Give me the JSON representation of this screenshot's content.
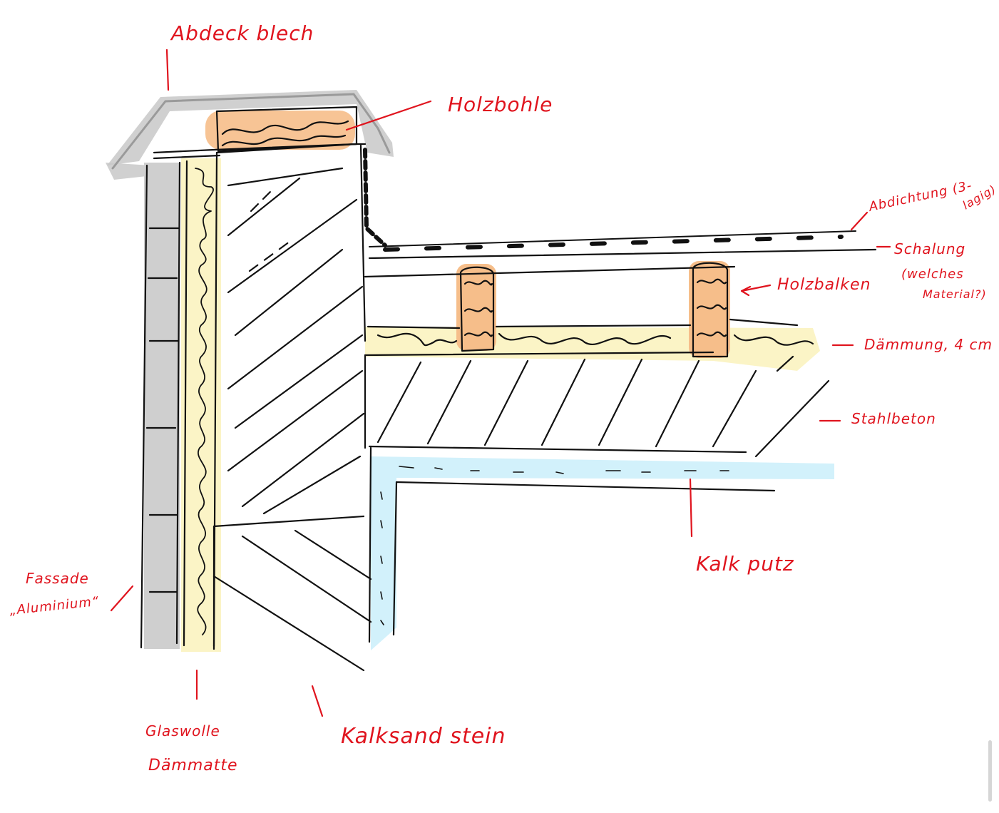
{
  "labels": {
    "abdeckblech": "Abdeck blech",
    "holzbohle": "Holzbohle",
    "abdichtung_line1": "Abdichtung (3-",
    "abdichtung_line2": "lagig)",
    "schalung": "Schalung",
    "schalung_note1": "(welches",
    "schalung_note2": "Material?)",
    "holzbalken": "Holzbalken",
    "daemmung": "Dämmung, 4 cm",
    "stahlbeton": "Stahlbeton",
    "kalkputz": "Kalk putz",
    "fassade_line1": "Fassade",
    "fassade_line2": "„Aluminium“",
    "glaswolle_line1": "Glaswolle",
    "glaswolle_line2": "Dämmatte",
    "kalksandstein": "Kalksand stein"
  },
  "colors": {
    "label_red": "#e0141e",
    "sheet_metal_grey": "#c8c8c8",
    "facade_grey": "#cfcfcf",
    "wood_orange": "#f6be8a",
    "insulation_yellow": "#fbf4c6",
    "plaster_blue": "#d2f1fb",
    "ink": "#111111"
  },
  "icons": {
    "scrollbar": "vertical-scrollbar-thumb"
  }
}
